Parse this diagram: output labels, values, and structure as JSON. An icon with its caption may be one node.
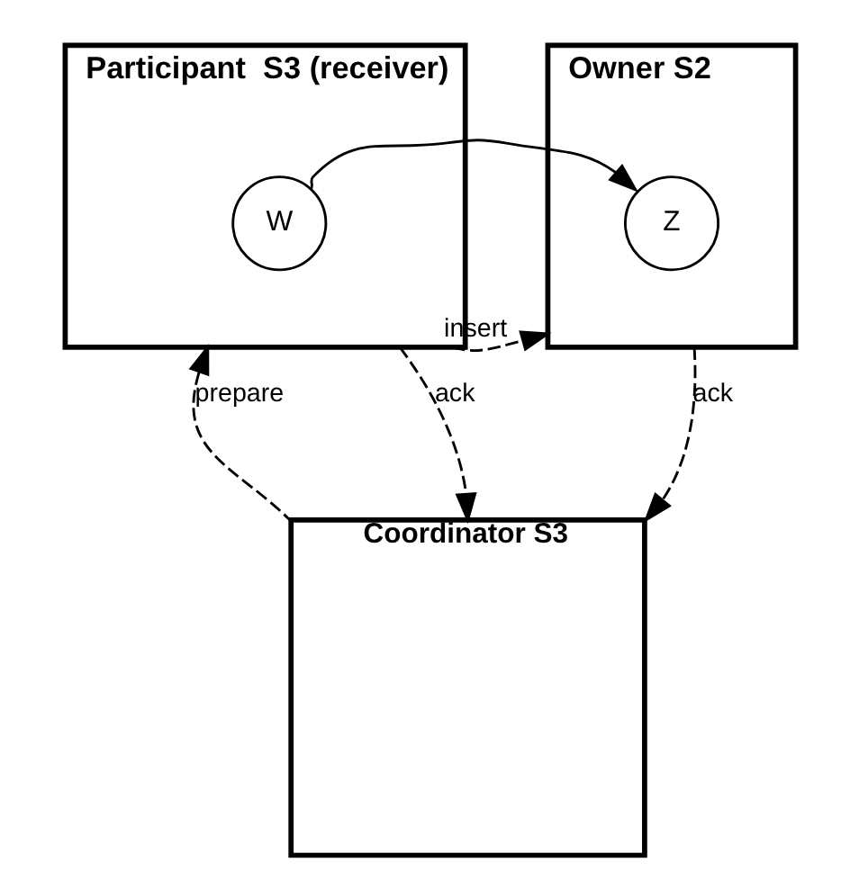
{
  "diagram": {
    "nodes": [
      {
        "text": [
          "Participant  S3 (receiver)"
        ]
      },
      {
        "text": [
          "W"
        ],
        "in": 0
      },
      {
        "text": [
          "Owner S2"
        ]
      },
      {
        "text": [
          "Z"
        ],
        "in": 2
      },
      {
        "text": [
          "Coordinator S3"
        ]
      }
    ],
    "edges": [
      {
        "from": 1,
        "to": 3,
        "arrow": "to"
      },
      {
        "from": 0,
        "to": 2,
        "arrow": "to",
        "label": "insert",
        "style": "dashed"
      },
      {
        "from": 4,
        "to": 0,
        "arrow": "to",
        "label": "prepare",
        "style": "dashed"
      },
      {
        "from": 0,
        "to": 4,
        "arrow": "to",
        "label": "ack",
        "style": "dashed"
      },
      {
        "from": 2,
        "to": 4,
        "arrow": "to",
        "label": "ack",
        "style": "dashed"
      }
    ]
  }
}
